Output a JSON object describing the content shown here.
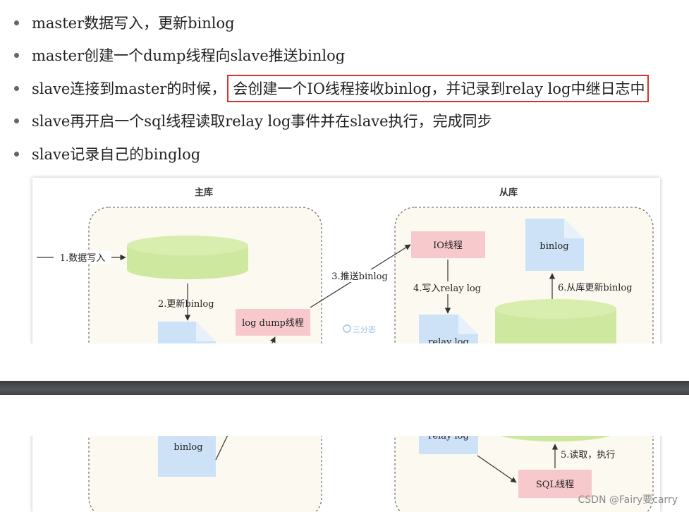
{
  "bullets": {
    "b1": "master数据写入，更新binlog",
    "b2": "master创建一个dump线程向slave推送binlog",
    "b3_prefix": "slave连接到master的时候，",
    "b3_highlight": "会创建一个IO线程接收binlog，并记录到relay log中继日志中",
    "b4": "slave再开启一个sql线程读取relay log事件并在slave执行，完成同步",
    "b5": "slave记录自己的binglog"
  },
  "diagram": {
    "master_title": "主库",
    "slave_title": "从库",
    "step1": "1.数据写入",
    "step2": "2.更新binlog",
    "step3": "3.推送binlog",
    "step4": "4.写入relay log",
    "step5": "5.读取，执行",
    "step6": "6.从库更新binlog",
    "log_dump": "log dump线程",
    "io_thread": "IO线程",
    "sql_thread": "SQL线程",
    "binlog_master": "binlog",
    "binlog_slave": "binlog",
    "relay_log_top": "relay log",
    "relay_log_bottom": "relay log",
    "stamp": "三分恶"
  },
  "colors": {
    "highlight_border": "#d8312f",
    "db_green": "#cfe8a0",
    "file_blue": "#cde2f7",
    "thread_pink": "#f7c9cc",
    "panel_bg": "#fbf9f0"
  },
  "watermark": "CSDN @Fairy要carry"
}
